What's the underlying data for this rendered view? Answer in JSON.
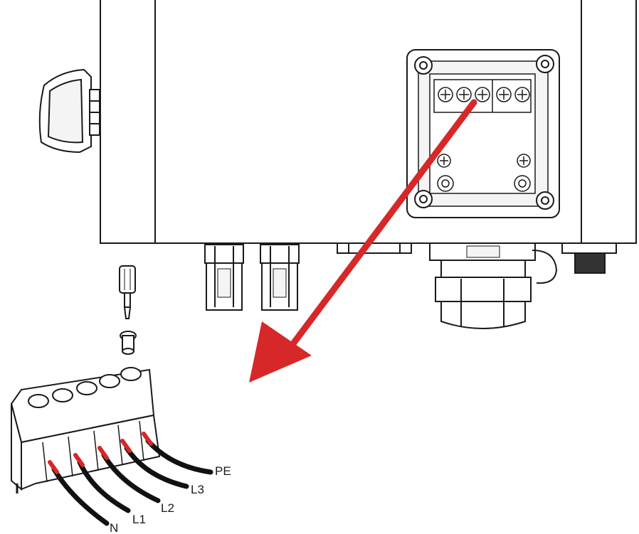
{
  "colors": {
    "line": "#1a1a1a",
    "arrow": "#d62828",
    "background": "#ffffff",
    "panel_fill": "#f4f4f4",
    "wire": "#111111"
  },
  "wire_labels": {
    "n": "N",
    "l1": "L1",
    "l2": "L2",
    "l3": "L3",
    "pe": "PE"
  }
}
